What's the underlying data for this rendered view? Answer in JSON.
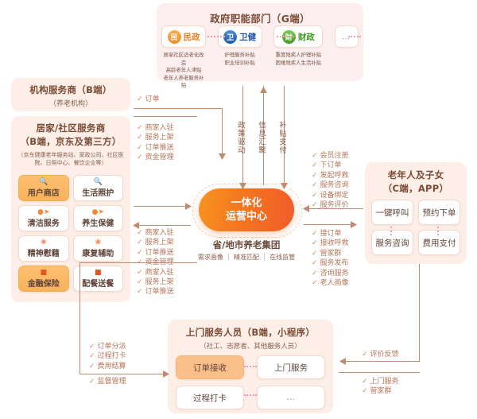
{
  "gov": {
    "title": "政府职能部门（G端）",
    "depts": [
      {
        "name": "民政",
        "icon": "civil-affairs-icon",
        "color": "#f08a2e",
        "items": [
          "居家社区适老化改造",
          "高龄老年人津贴",
          "老年人养老服务补贴"
        ]
      },
      {
        "name": "卫健",
        "icon": "health-commission-icon",
        "color": "#1f58a8",
        "items": [
          "护理服务补贴",
          "职业培训补贴"
        ]
      },
      {
        "name": "财政",
        "icon": "finance-icon",
        "color": "#4ba52e",
        "items": [
          "重度残疾人护理补贴",
          "困难残疾人生活补贴"
        ]
      },
      {
        "name": "…",
        "icon": "more-dept-icon",
        "color": "#c9a48f",
        "items": []
      }
    ]
  },
  "institution": {
    "title": "机构服务商（B端）",
    "sub": "（养老机构）"
  },
  "home_community": {
    "title_line1": "居家/社区服务商",
    "title_line2": "（B端，京东及第三方）",
    "sub": "（京东健康老年服务站、家政公司、社区医院、日照中心、餐饮企业等）",
    "services": [
      {
        "label": "用户商店",
        "icon": "shop-search-icon",
        "style": "accent"
      },
      {
        "label": "生活照护",
        "icon": "care-search-icon",
        "style": "plain"
      },
      {
        "label": "清洁服务",
        "icon": "cleaning-icon",
        "style": "plain"
      },
      {
        "label": "养生保健",
        "icon": "wellness-icon",
        "style": "plain"
      },
      {
        "label": "精神慰藉",
        "icon": "comfort-icon",
        "style": "plain"
      },
      {
        "label": "康复辅助",
        "icon": "rehab-icon",
        "style": "plain"
      },
      {
        "label": "金融保险",
        "icon": "insurance-icon",
        "style": "accent"
      },
      {
        "label": "配餐送餐",
        "icon": "meal-delivery-icon",
        "style": "plain"
      }
    ]
  },
  "center": {
    "title_line1": "一体化",
    "title_line2": "运营中心",
    "subtitle": "省/地市养老集团",
    "tags": "需求画像 ｜ 精准匹配 ｜ 在线监管"
  },
  "vertical_flows": [
    "政策驱动",
    "信息汇聚",
    "补贴支付"
  ],
  "flows": {
    "institution_order": [
      "订单"
    ],
    "institution_to_center": [
      "商家入驻",
      "服务上架",
      "订单推送",
      "资金管理"
    ],
    "community_to_center": [
      "商家入驻",
      "服务上架",
      "订单推送",
      "资金管理",
      "商家入驻",
      "服务上架",
      "订单推送"
    ],
    "consumer_to_center": [
      "会员注册",
      "下订单",
      "发起呼救",
      "服务咨询",
      "设备绑定",
      "服务评价"
    ],
    "center_to_consumer": [
      "接订单",
      "接收呼救",
      "管家群",
      "服务发布",
      "咨询服务",
      "老人画像"
    ],
    "center_to_staff": [
      "订单分派",
      "过程打卡",
      "费用结算",
      "监督管理"
    ],
    "staff_feedback": [
      "评价反馈"
    ],
    "staff_services": [
      "上门服务",
      "管家群"
    ]
  },
  "consumer": {
    "title_line1": "老年人及子女",
    "title_line2": "（C端，APP）",
    "cards": [
      "一键呼叫",
      "预约下单",
      "服务咨询",
      "费用支付"
    ]
  },
  "staff": {
    "title": "上门服务人员（B端，小程序）",
    "sub": "（社工、志愿者、其他服务人员）",
    "cards": [
      {
        "label": "订单接收",
        "style": "accent2"
      },
      {
        "label": "上门服务",
        "style": "plain"
      },
      {
        "label": "过程打卡",
        "style": "plain"
      },
      {
        "label": "…",
        "style": "plain"
      }
    ]
  },
  "colors": {
    "accent": "#f4741f",
    "panel": "#fdeee8",
    "text": "#6b4a3c",
    "line": "#c08a6e"
  }
}
